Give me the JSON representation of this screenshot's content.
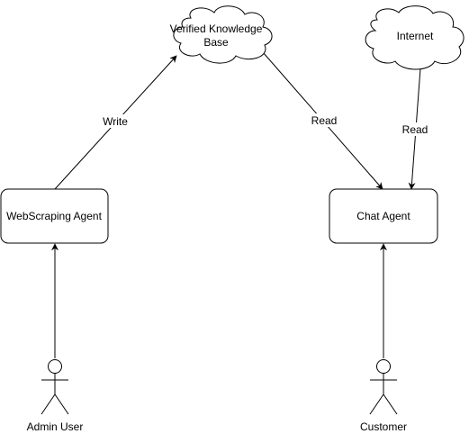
{
  "nodes": {
    "knowledge_base": {
      "label_line1": "Verified Knowledge",
      "label_line2": "Base",
      "shape": "cloud"
    },
    "internet": {
      "label": "Internet",
      "shape": "cloud"
    },
    "webscraping_agent": {
      "label": "WebScraping Agent",
      "shape": "rounded-rectangle"
    },
    "chat_agent": {
      "label": "Chat Agent",
      "shape": "rounded-rectangle"
    },
    "admin_user": {
      "label": "Admin User",
      "shape": "actor"
    },
    "customer": {
      "label": "Customer",
      "shape": "actor"
    }
  },
  "edges": {
    "write": {
      "label": "Write",
      "from": "WebScraping Agent",
      "to": "Verified Knowledge Base"
    },
    "read_kb": {
      "label": "Read",
      "from": "Verified Knowledge Base",
      "to": "Chat Agent"
    },
    "read_internet": {
      "label": "Read",
      "from": "Internet",
      "to": "Chat Agent"
    },
    "admin_to_scraper": {
      "label": "",
      "from": "Admin User",
      "to": "WebScraping Agent"
    },
    "customer_to_chat": {
      "label": "",
      "from": "Customer",
      "to": "Chat Agent"
    }
  },
  "colors": {
    "stroke": "#000000",
    "fill": "#ffffff",
    "text": "#000000"
  }
}
